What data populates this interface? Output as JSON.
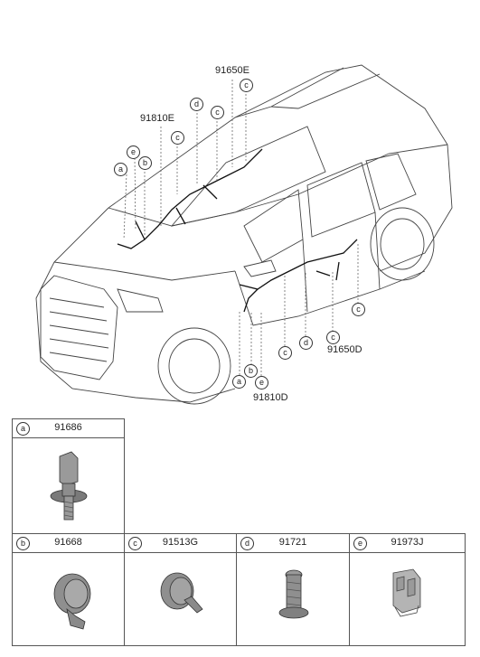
{
  "callouts": {
    "top_part_91650E": "91650E",
    "top_part_91810E": "91810E",
    "side_part_91650D": "91650D",
    "side_part_91810D": "91810D",
    "a": "a",
    "b": "b",
    "c": "c",
    "d": "d",
    "e": "e"
  },
  "parts": [
    {
      "key": "a",
      "number": "91686"
    },
    {
      "key": "b",
      "number": "91668"
    },
    {
      "key": "c",
      "number": "91513G"
    },
    {
      "key": "d",
      "number": "91721"
    },
    {
      "key": "e",
      "number": "91973J"
    }
  ]
}
